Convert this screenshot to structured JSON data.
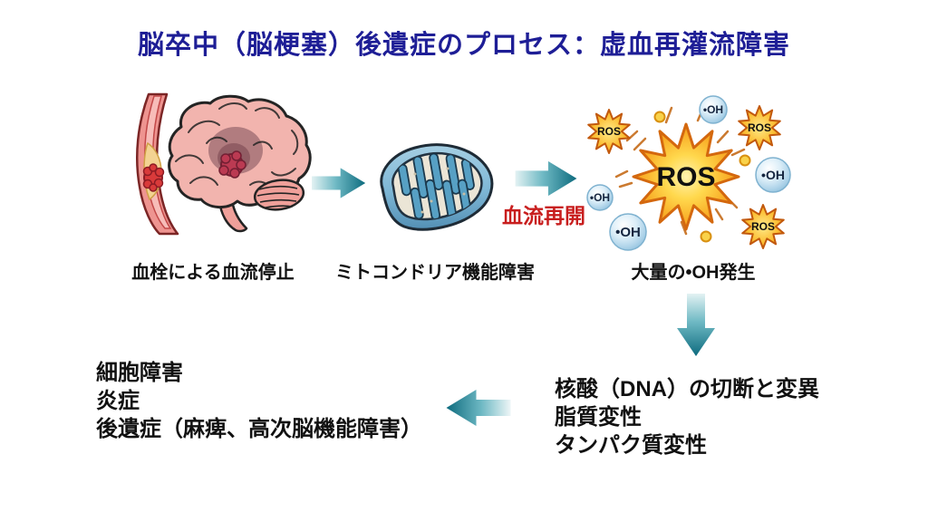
{
  "slide": {
    "title": "脳卒中（脳梗塞）後遺症のプロセス：虚血再灌流障害"
  },
  "stages": {
    "thrombus_caption": "血栓による血流停止",
    "mito_caption": "ミトコンドリア機能障害",
    "oh_caption": "大量の•OH発生",
    "reperfusion_label": "血流再開"
  },
  "ros": {
    "big_label": "ROS",
    "small_labels": [
      "ROS",
      "ROS",
      "ROS"
    ],
    "oh_labels": [
      "•OH",
      "•OH",
      "•OH",
      "•OH"
    ]
  },
  "damage": {
    "lines": [
      "核酸（DNA）の切断と変異",
      "脂質変性",
      "タンパク質変性"
    ]
  },
  "outcome": {
    "lines": [
      "細胞障害",
      "炎症",
      "後遺症（麻痺、高次脳機能障害）"
    ]
  },
  "colors": {
    "title_blue": "#1e1e96",
    "reperfusion_red": "#c81e1e",
    "arrow_teal_dark": "#0d6b7e",
    "arrow_teal_light": "#e3f2f3",
    "ros_orange": "#f6a01d",
    "oh_bubble_blue": "#90c1dd",
    "mito_blue": "#7db6d5",
    "brain_pink": "#f2b4ae",
    "text_black": "#111111"
  }
}
